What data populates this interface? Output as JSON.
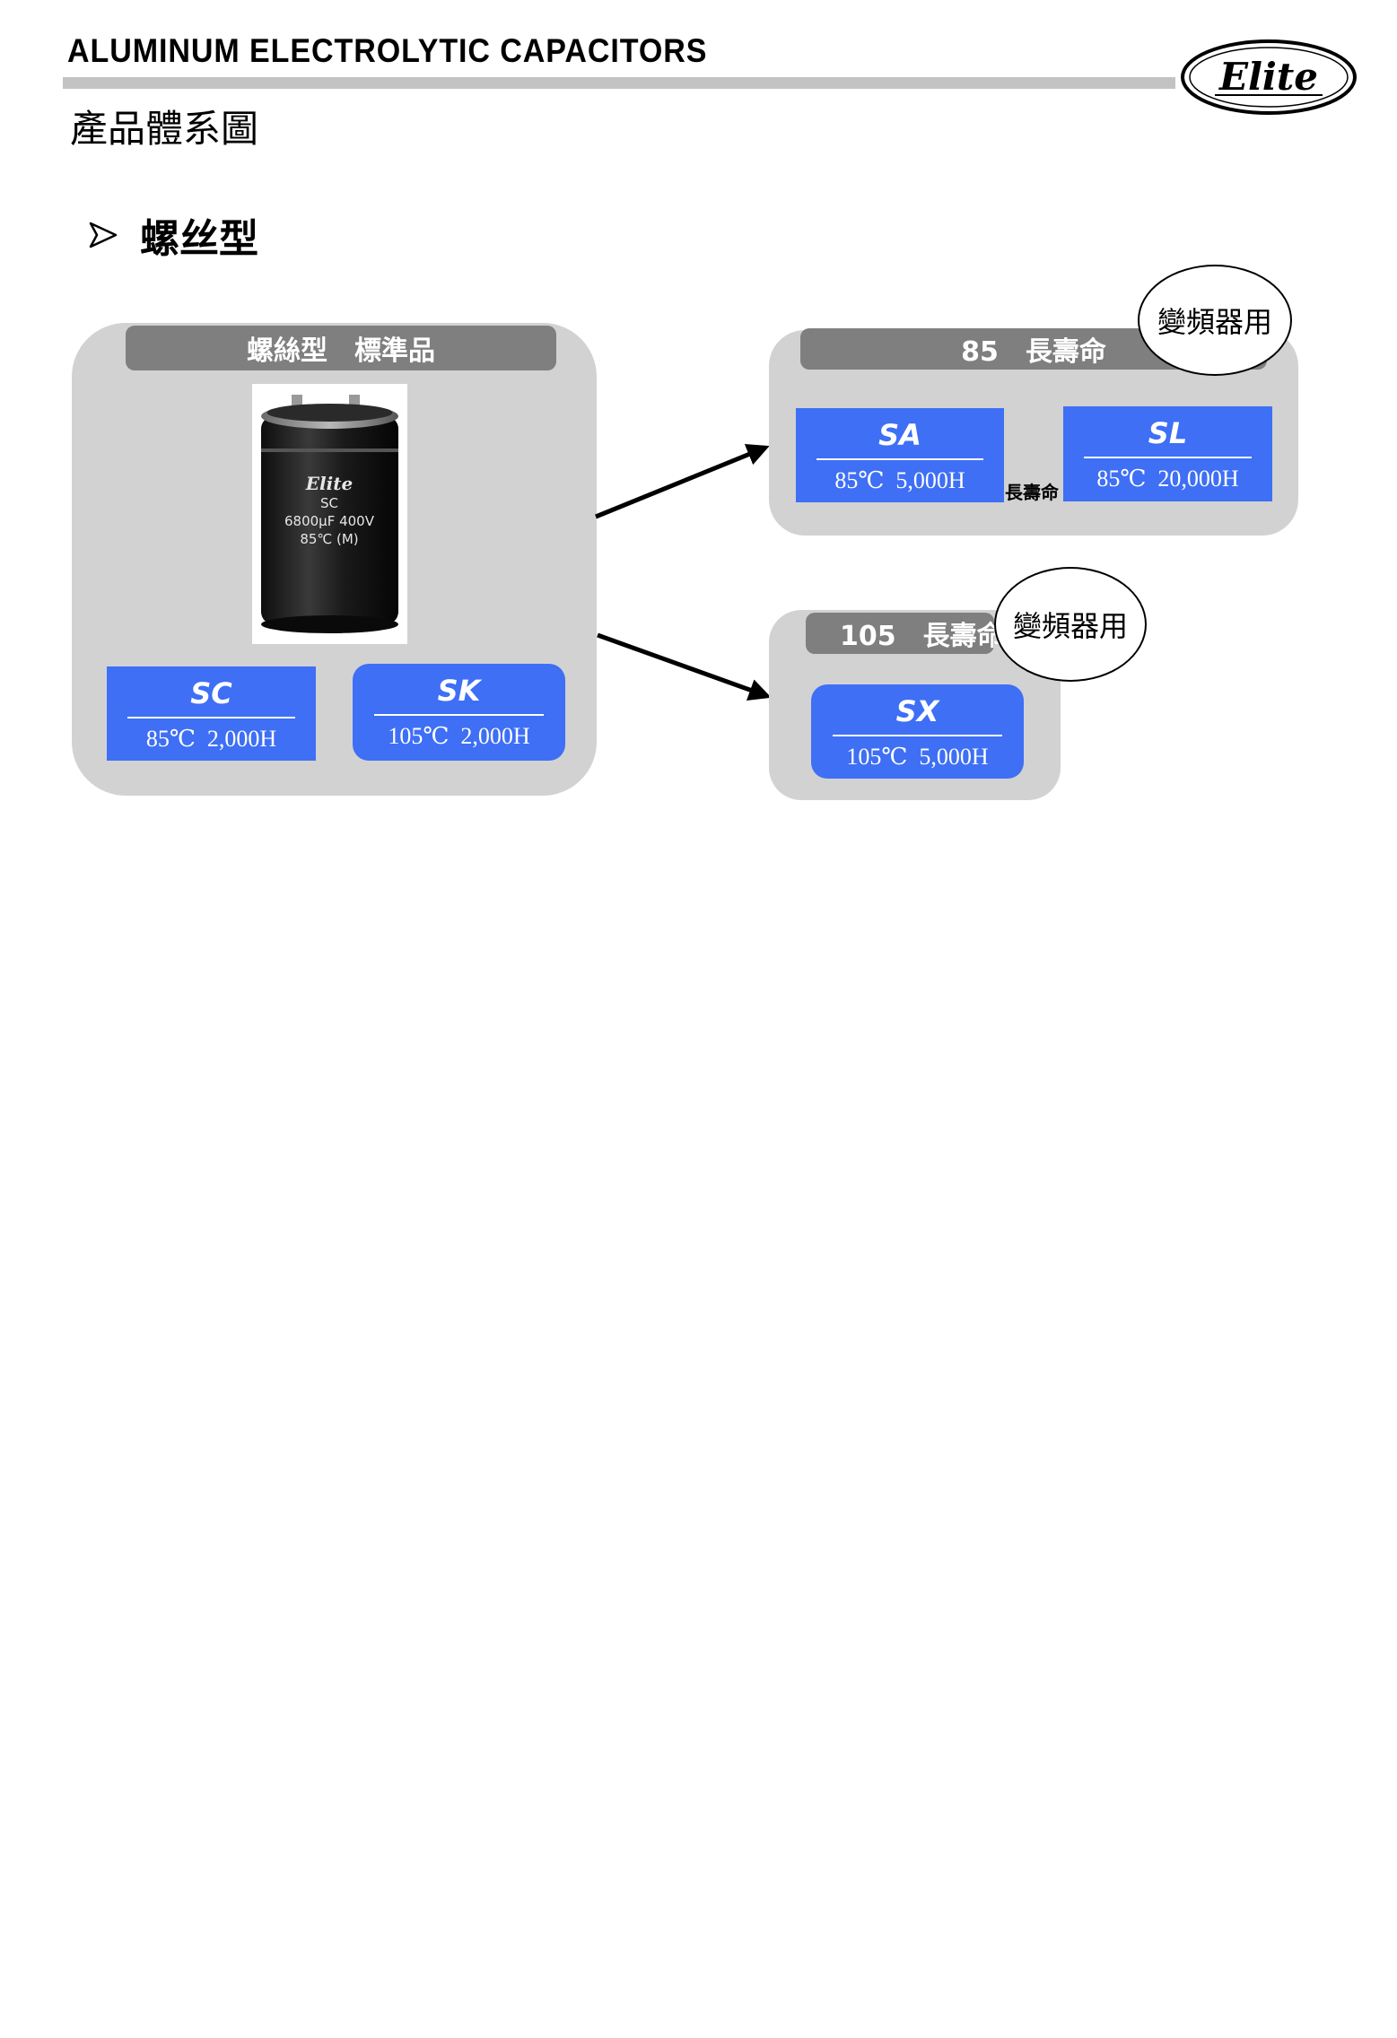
{
  "header": {
    "title": "ALUMINUM ELECTROLYTIC CAPACITORS",
    "logo_text": "Elite",
    "section": "產品體系圖"
  },
  "bullet": {
    "label": "螺丝型"
  },
  "standard_group": {
    "header": "螺絲型　標準品",
    "photo": {
      "brand": "Elite",
      "series": "SC",
      "rating": "6800µF 400V",
      "temp": "85℃ (M)"
    },
    "products": [
      {
        "code": "SC",
        "spec": "85℃  2,000H"
      },
      {
        "code": "SK",
        "spec": "105℃  2,000H"
      }
    ]
  },
  "long_life_85": {
    "header": "85　長壽命",
    "badge": "變頻器用",
    "products": [
      {
        "code": "SA",
        "spec": "85℃  5,000H"
      },
      {
        "code": "SL",
        "spec": "85℃  20,000H"
      }
    ],
    "arrow_label": "長壽命"
  },
  "long_life_105": {
    "header": "105　長壽命",
    "badge": "變頻器用",
    "products": [
      {
        "code": "SX",
        "spec": "105℃  5,000H"
      }
    ]
  },
  "colors": {
    "product_blue": "#3e6ff5",
    "group_gray": "#d2d2d2",
    "header_gray": "#7f7f7f",
    "rule_gray": "#c3c3c3"
  }
}
